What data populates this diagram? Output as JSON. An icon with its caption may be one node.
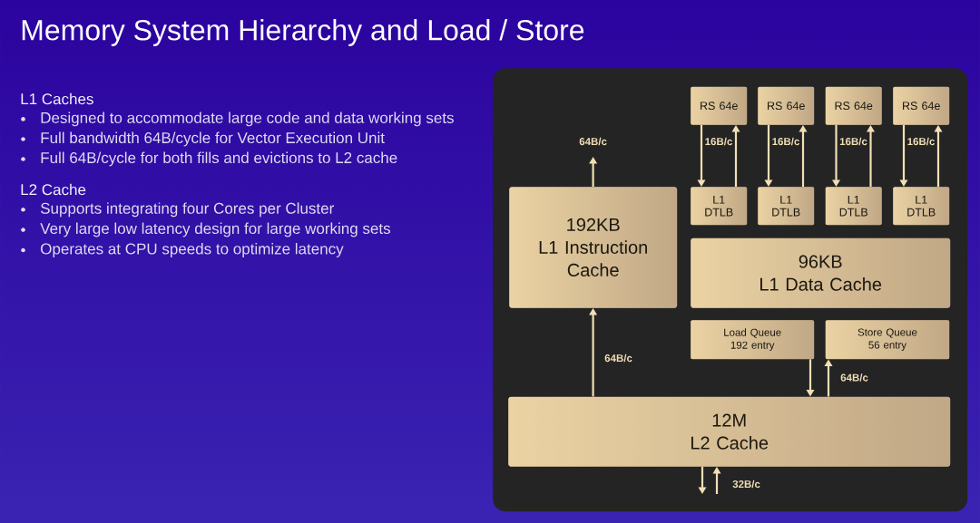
{
  "diagram": {
    "title": "Memory System Hierarchy and Load / Store",
    "nodes": [
      {
        "text": [],
        "shape": "box"
      },
      {
        "text": [
          "RS 64e"
        ],
        "in": 0
      },
      {
        "text": [
          "RS 64e"
        ],
        "in": 0
      },
      {
        "text": [
          "RS 64e"
        ],
        "in": 0
      },
      {
        "text": [
          "RS 64e"
        ],
        "in": 0
      },
      {
        "text": [
          "L1 DTLB"
        ],
        "in": 0
      },
      {
        "text": [
          "L1 DTLB"
        ],
        "in": 0
      },
      {
        "text": [
          "L1 DTLB"
        ],
        "in": 0
      },
      {
        "text": [
          "L1 DTLB"
        ],
        "in": 0
      },
      {
        "text": [
          "192KB",
          "L1 Instruction Cache"
        ],
        "in": 0
      },
      {
        "text": [
          "96KB",
          "L1 Data Cache"
        ],
        "in": 0
      },
      {
        "text": [
          "Load Queue",
          "192 entry"
        ],
        "in": 0
      },
      {
        "text": [
          "Store Queue",
          "56 entry"
        ],
        "in": 0
      },
      {
        "text": [
          "12M",
          "L2 Cache"
        ],
        "in": 0
      }
    ],
    "edges": [
      {
        "from": 9,
        "to": null,
        "arrow": "to",
        "label": "64B/c"
      },
      {
        "from": 1,
        "to": 5,
        "arrow": "to",
        "label": "16B/c"
      },
      {
        "from": 5,
        "to": 1,
        "arrow": "to"
      },
      {
        "from": 2,
        "to": 6,
        "arrow": "to",
        "label": "16B/c"
      },
      {
        "from": 6,
        "to": 2,
        "arrow": "to"
      },
      {
        "from": 3,
        "to": 7,
        "arrow": "to",
        "label": "16B/c"
      },
      {
        "from": 7,
        "to": 3,
        "arrow": "to"
      },
      {
        "from": 4,
        "to": 8,
        "arrow": "to",
        "label": "16B/c"
      },
      {
        "from": 8,
        "to": 4,
        "arrow": "to"
      },
      {
        "from": 13,
        "to": 9,
        "arrow": "to",
        "label": "64B/c"
      },
      {
        "from": 11,
        "to": 13,
        "arrow": "to"
      },
      {
        "from": 13,
        "to": 12,
        "arrow": "to",
        "label": "64B/c"
      },
      {
        "from": 13,
        "to": null,
        "arrow": "to"
      },
      {
        "from": null,
        "to": 13,
        "arrow": "to",
        "label": "32B/c"
      }
    ],
    "labels": [
      "L1 Caches",
      "Designed to accommodate large code and data working sets",
      "Full bandwidth 64B/cycle for Vector Execution Unit",
      "Full 64B/cycle for both fills and evictions to L2 cache",
      "L2 Cache",
      "Supports integrating four Cores per Cluster",
      "Very large low latency design for large working sets",
      "Operates at CPU speeds to optimize latency"
    ]
  }
}
